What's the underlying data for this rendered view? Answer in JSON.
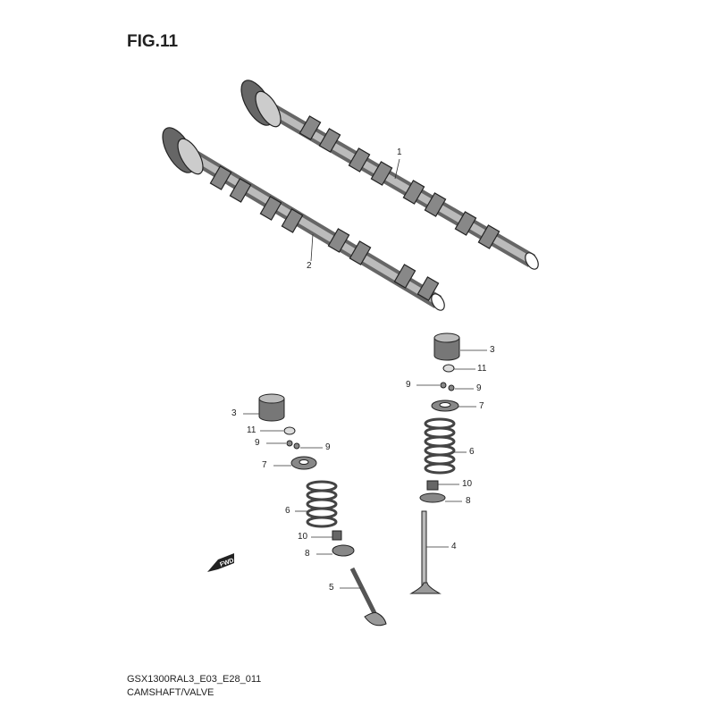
{
  "figure_title": "FIG.11",
  "model_code": "GSX1300RAL3_E03_E28_011",
  "section_name": "CAMSHAFT/VALVE",
  "fwd_label": "FWD",
  "parts": [
    {
      "ref": "1"
    },
    {
      "ref": "2"
    },
    {
      "ref": "3"
    },
    {
      "ref": "11"
    },
    {
      "ref": "9"
    },
    {
      "ref": "9"
    },
    {
      "ref": "7"
    },
    {
      "ref": "6"
    },
    {
      "ref": "10"
    },
    {
      "ref": "8"
    },
    {
      "ref": "4"
    },
    {
      "ref": "3"
    },
    {
      "ref": "11"
    },
    {
      "ref": "9"
    },
    {
      "ref": "9"
    },
    {
      "ref": "7"
    },
    {
      "ref": "6"
    },
    {
      "ref": "10"
    },
    {
      "ref": "8"
    },
    {
      "ref": "5"
    }
  ]
}
